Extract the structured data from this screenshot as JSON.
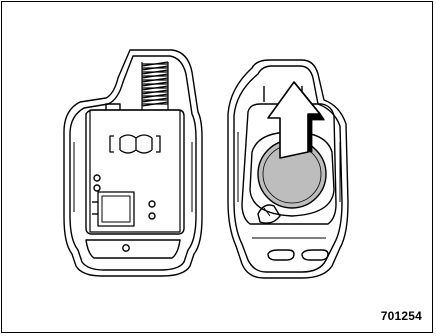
{
  "figure": {
    "id": "701254"
  },
  "colors": {
    "line": "#000000",
    "battery_fill": "#bdbdbd",
    "arrow_fill": "#ffffff",
    "background": "#ffffff"
  },
  "parts": {
    "left": "remote-case-half-with-circuit-board",
    "right": "remote-case-half-with-battery",
    "indicator": "removal-arrow-up"
  }
}
